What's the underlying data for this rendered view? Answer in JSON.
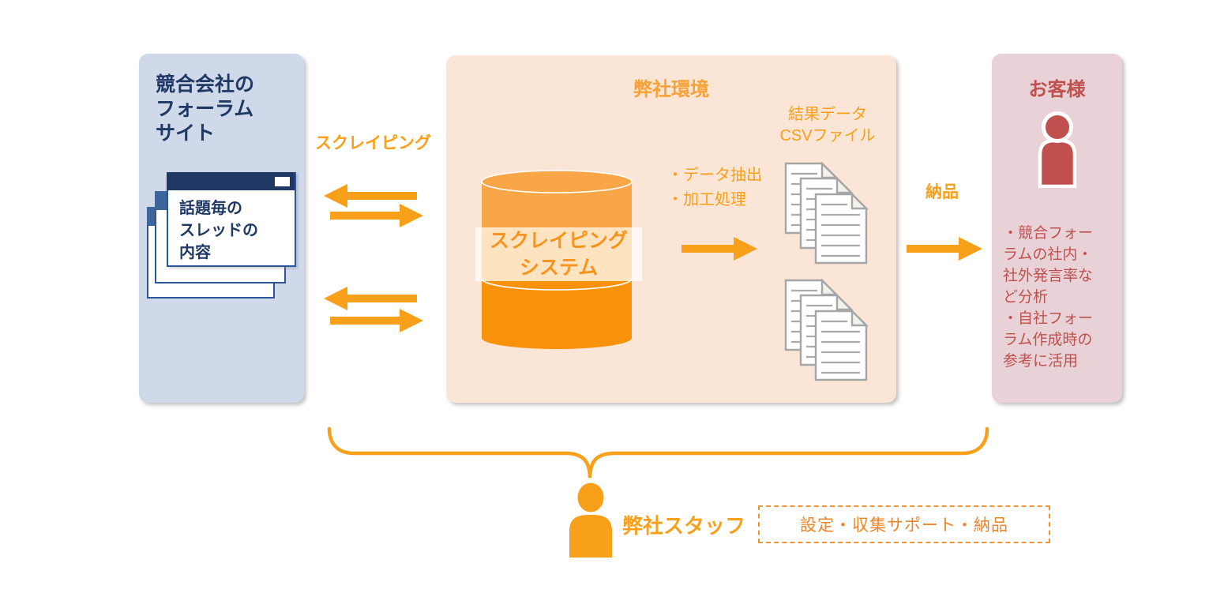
{
  "source_box": {
    "title": "競合会社の\nフォーラム\nサイト",
    "window_text": "話題毎の\nスレッドの\n内容"
  },
  "labels": {
    "scraping": "スクレイピング",
    "delivery": "納品"
  },
  "company_box": {
    "title": "弊社環境",
    "cylinder_label": "スクレイピング\nシステム",
    "process_notes": "・データ抽出\n・加工処理",
    "output_label": "結果データ\nCSVファイル"
  },
  "customer_box": {
    "title": "お客様",
    "notes": "・競合フォー\nラムの社内・\n社外発言率な\nど分析\n・自社フォー\nラム作成時の\n参考に活用"
  },
  "staff": {
    "label": "弊社スタッフ",
    "tasks": "設定・収集サポート・納品"
  },
  "colors": {
    "orange_accent": "#F9A01B",
    "orange_cylinder_top": "#F9A648",
    "orange_cylinder_bottom": "#F8920B",
    "navy": "#1F3864",
    "blue_panel": "#CFD9EA",
    "peach_panel": "#FBE5D6",
    "pink_panel": "#E8D2D7",
    "red_accent": "#C0504D",
    "doc_gray": "#A6A6A6"
  }
}
